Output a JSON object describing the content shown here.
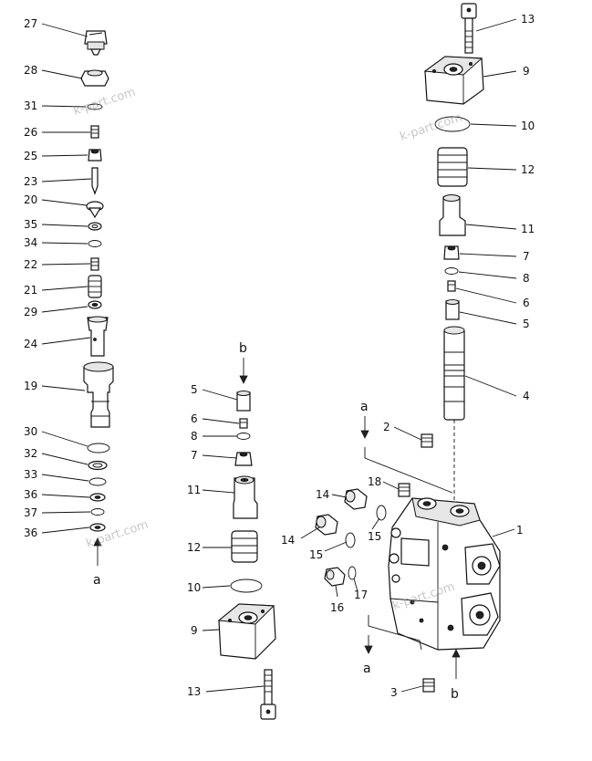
{
  "watermark": "k-part.com",
  "letters": {
    "a": "a",
    "b": "b"
  },
  "colors": {
    "ink": "#111111",
    "background": "#ffffff"
  },
  "labels_left": [
    "27",
    "28",
    "31",
    "26",
    "25",
    "23",
    "20",
    "35",
    "34",
    "22",
    "21",
    "29",
    "24",
    "19",
    "30",
    "32",
    "33",
    "36",
    "37",
    "36"
  ],
  "labels_middle": [
    "5",
    "6",
    "8",
    "7",
    "11",
    "12",
    "10",
    "9",
    "13"
  ],
  "labels_right": [
    "13",
    "9",
    "10",
    "12",
    "11",
    "7",
    "8",
    "6",
    "5",
    "4",
    "2",
    "18",
    "14",
    "14",
    "15",
    "15",
    "16",
    "17",
    "1",
    "3"
  ]
}
